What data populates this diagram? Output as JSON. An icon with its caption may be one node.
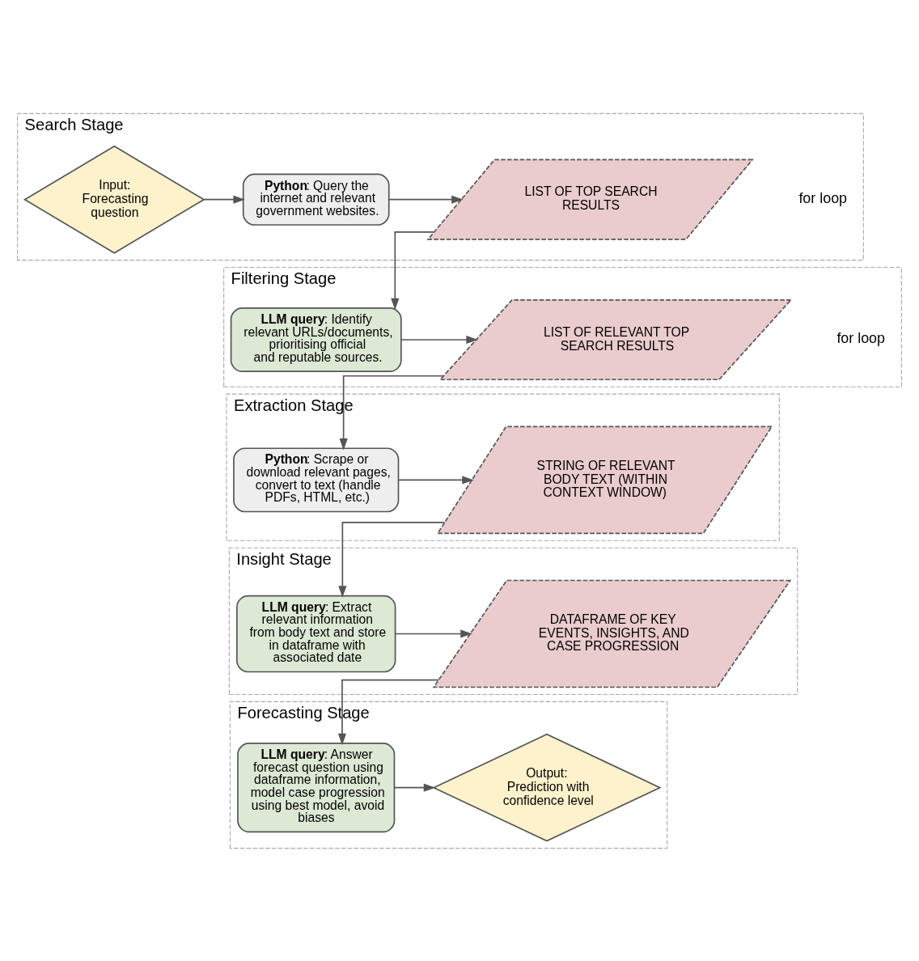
{
  "diagram": {
    "nodes": [
      {
        "text": [
          "Search Stage"
        ]
      },
      {
        "text": [
          "Input: Forecasting question"
        ],
        "in": 0
      },
      {
        "text": [
          "**Python**: Query the internet and relevant government websites."
        ],
        "in": 0
      },
      {
        "text": [
          "LIST OF TOP SEARCH RESULTS"
        ],
        "in": 0
      },
      {
        "text": [
          "Filtering Stage"
        ]
      },
      {
        "text": [
          "**LLM query**: Identify relevant URLs/documents, prioritising official and reputable sources."
        ],
        "in": 4
      },
      {
        "text": [
          "LIST OF RELEVANT TOP SEARCH RESULTS"
        ],
        "in": 4
      },
      {
        "text": [
          "Extraction Stage"
        ]
      },
      {
        "text": [
          "**Python**: Scrape or download relevant pages, convert to text (handle PDFs, HTML, etc.)"
        ],
        "in": 7
      },
      {
        "text": [
          "STRING OF RELEVANT BODY TEXT (WITHIN CONTEXT WINDOW)"
        ],
        "in": 7
      },
      {
        "text": [
          "Insight Stage"
        ]
      },
      {
        "text": [
          "**LLM query**: Extract relevant information from body text and store in dataframe with associated date"
        ],
        "in": 10
      },
      {
        "text": [
          "DATAFRAME OF KEY EVENTS, INSIGHTS, AND CASE PROGRESSION"
        ],
        "in": 10
      },
      {
        "text": [
          "Forecasting Stage"
        ]
      },
      {
        "text": [
          "**LLM query**: Answer forecast question using dataframe information, model case progression using best model, avoid biases"
        ],
        "in": 13
      },
      {
        "text": [
          "Output: Prediction with confidence level"
        ],
        "in": 13
      }
    ],
    "edges": [
      {
        "from": 1,
        "to": 2,
        "arrow": "to"
      },
      {
        "from": 2,
        "to": 3,
        "arrow": "to"
      },
      {
        "from": 3,
        "to": 5,
        "arrow": "to"
      },
      {
        "from": 5,
        "to": 6,
        "arrow": "to"
      },
      {
        "from": 6,
        "to": 8,
        "arrow": "to"
      },
      {
        "from": 8,
        "to": 9,
        "arrow": "to"
      },
      {
        "from": 9,
        "to": 11,
        "arrow": "to"
      },
      {
        "from": 11,
        "to": 12,
        "arrow": "to"
      },
      {
        "from": 12,
        "to": 14,
        "arrow": "to"
      },
      {
        "from": 14,
        "to": 15,
        "arrow": "to"
      }
    ],
    "labels": [
      "for loop",
      "for loop"
    ]
  }
}
